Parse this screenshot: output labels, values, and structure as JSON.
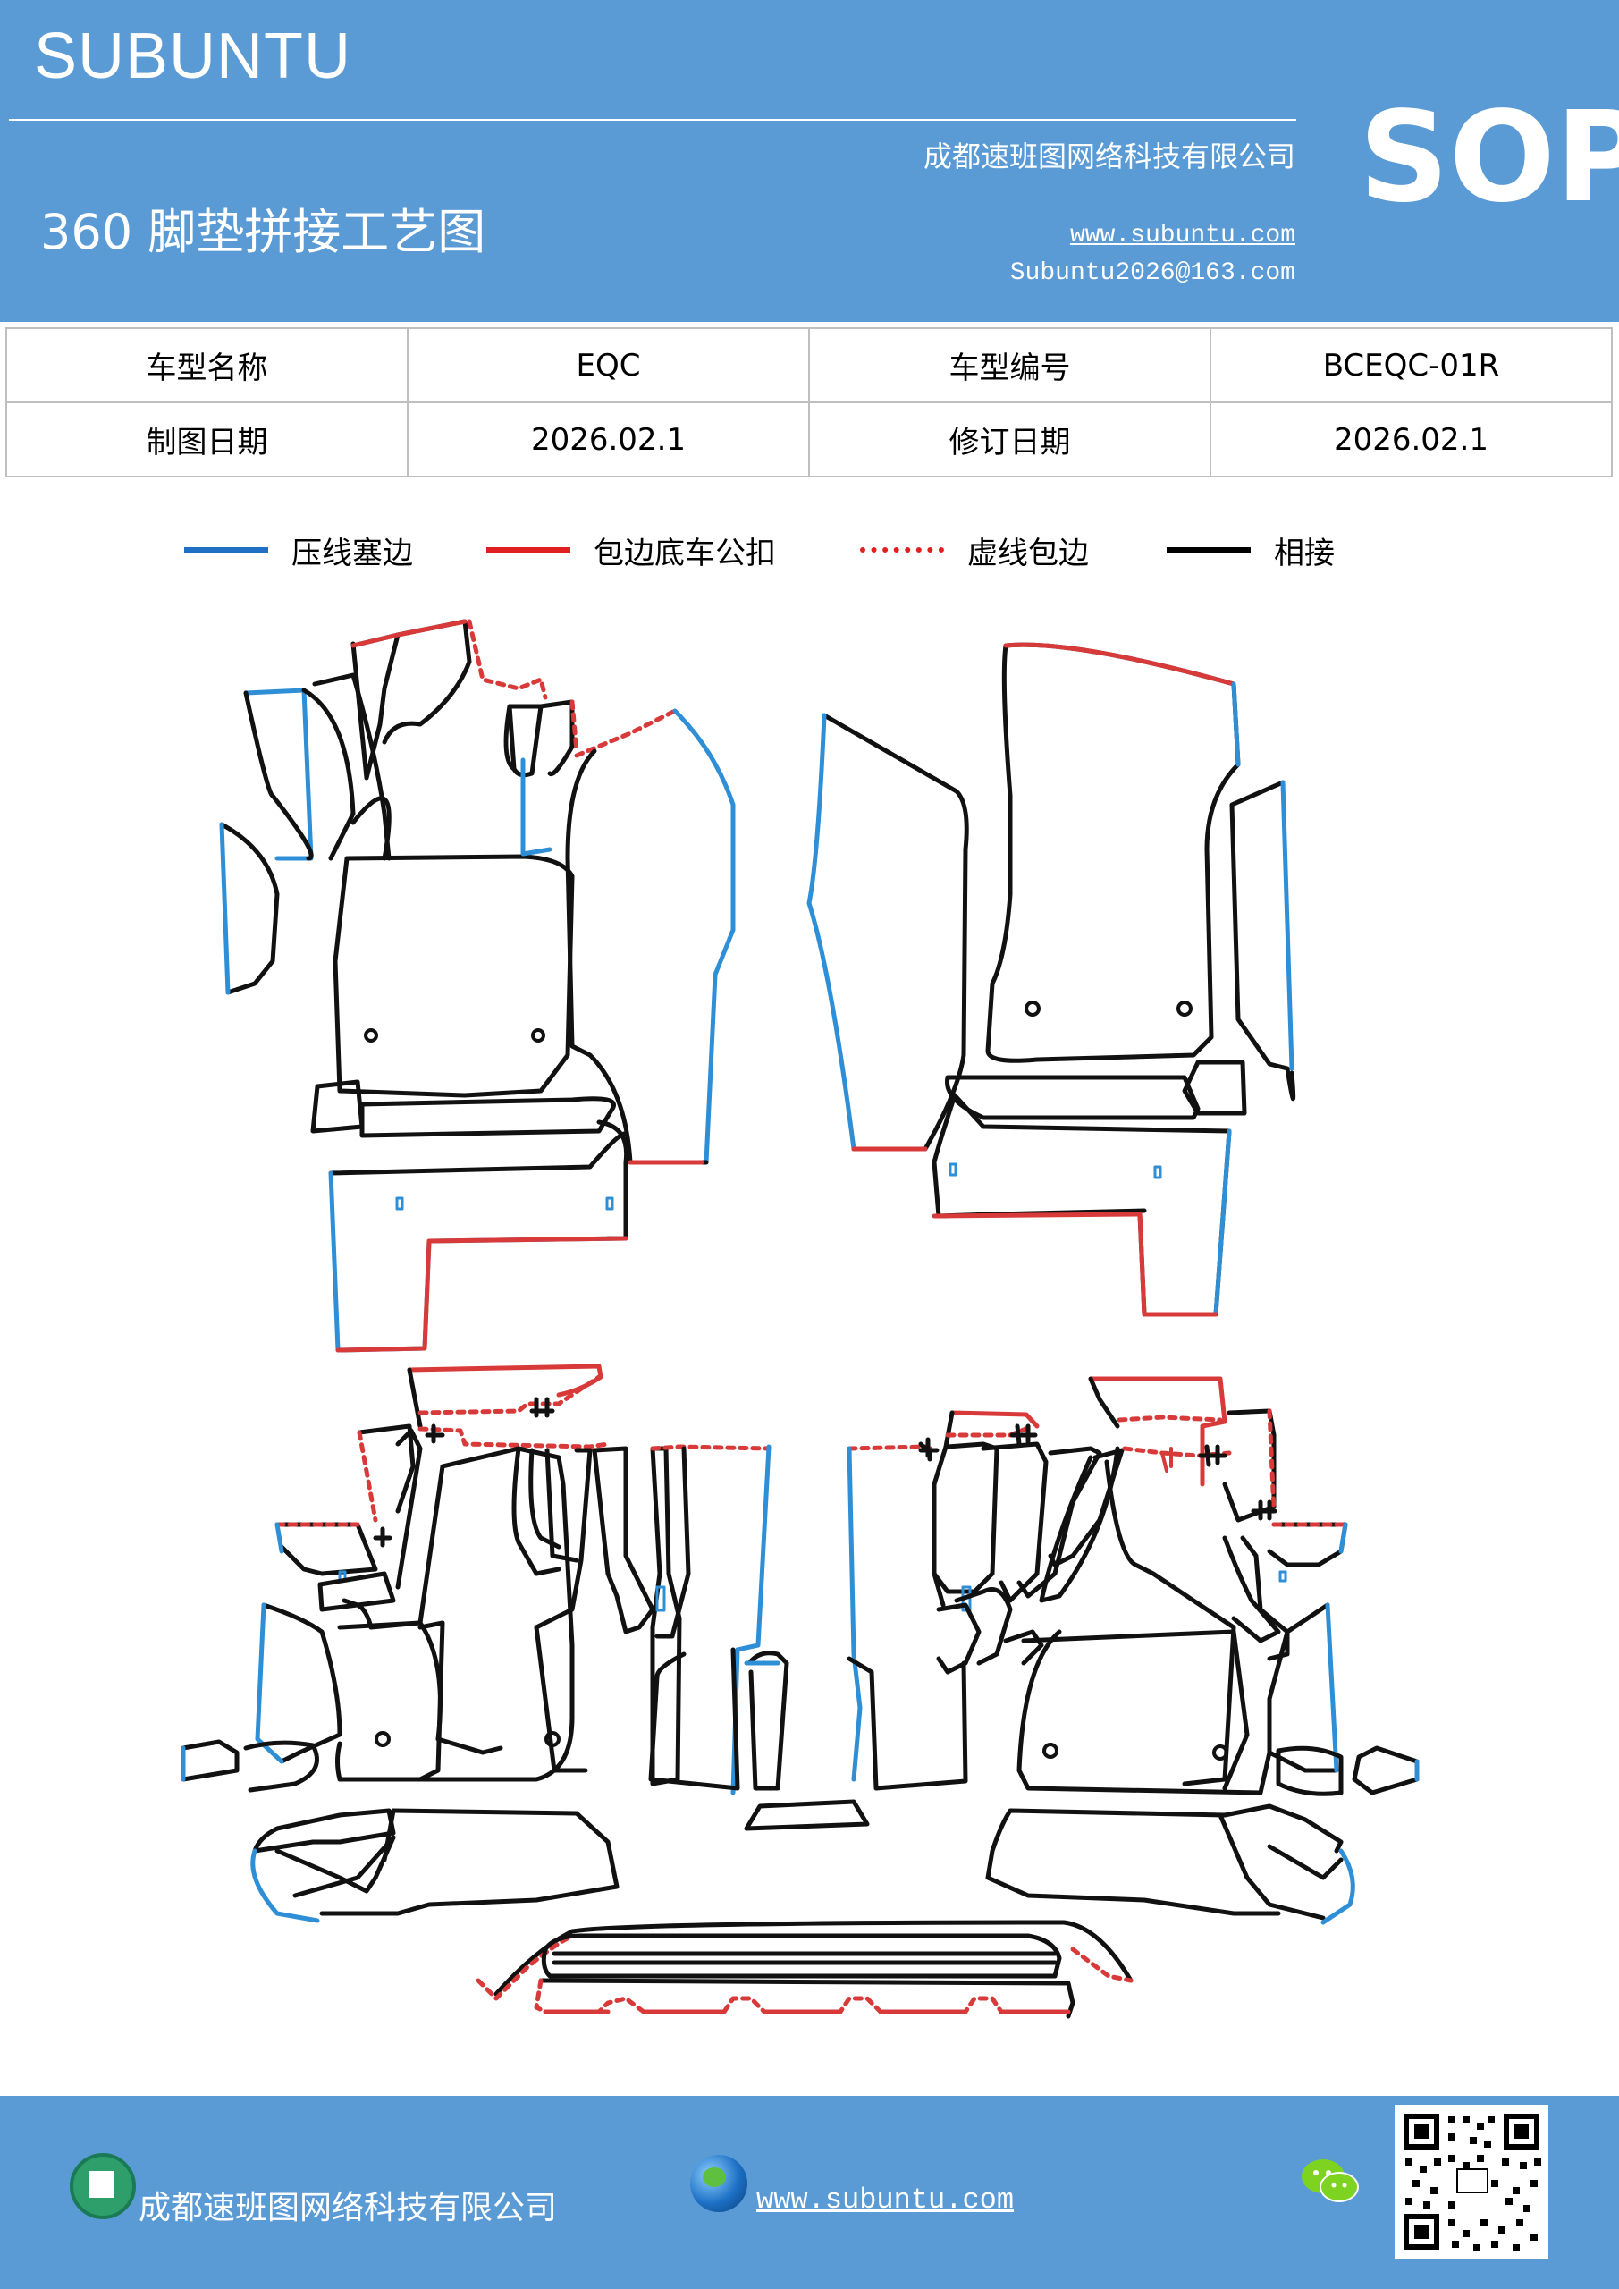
{
  "header": {
    "brand": "SUBUNTU",
    "sop": "SOP",
    "company": "成都速班图网络科技有限公司",
    "title": "360 脚垫拼接工艺图",
    "website": "www.subuntu.com",
    "email": "Subuntu2026@163.com"
  },
  "info_table": {
    "model_name_label": "车型名称",
    "model_name_value": "EQC",
    "model_code_label": "车型编号",
    "model_code_value": "BCEQC-01R",
    "draw_date_label": "制图日期",
    "draw_date_value": "2026.02.1",
    "revise_date_label": "修订日期",
    "revise_date_value": "2026.02.1"
  },
  "legend": [
    {
      "label": "压线塞边",
      "color": "#1f6fc4",
      "style": "solid"
    },
    {
      "label": "包边底车公扣",
      "color": "#e02020",
      "style": "solid"
    },
    {
      "label": "虚线包边",
      "color": "#e02020",
      "style": "dotted"
    },
    {
      "label": "相接",
      "color": "#000000",
      "style": "solid"
    }
  ],
  "colors": {
    "header_bg": "#5b9bd5",
    "blue_line": "#2f8fd6",
    "red_line": "#d83a3a",
    "black_line": "#111111"
  },
  "footer": {
    "company": "成都速班图网络科技有限公司",
    "website": "www.subuntu.com",
    "icons": [
      "building-icon",
      "globe-icon",
      "wechat-icon",
      "qr-code"
    ]
  }
}
